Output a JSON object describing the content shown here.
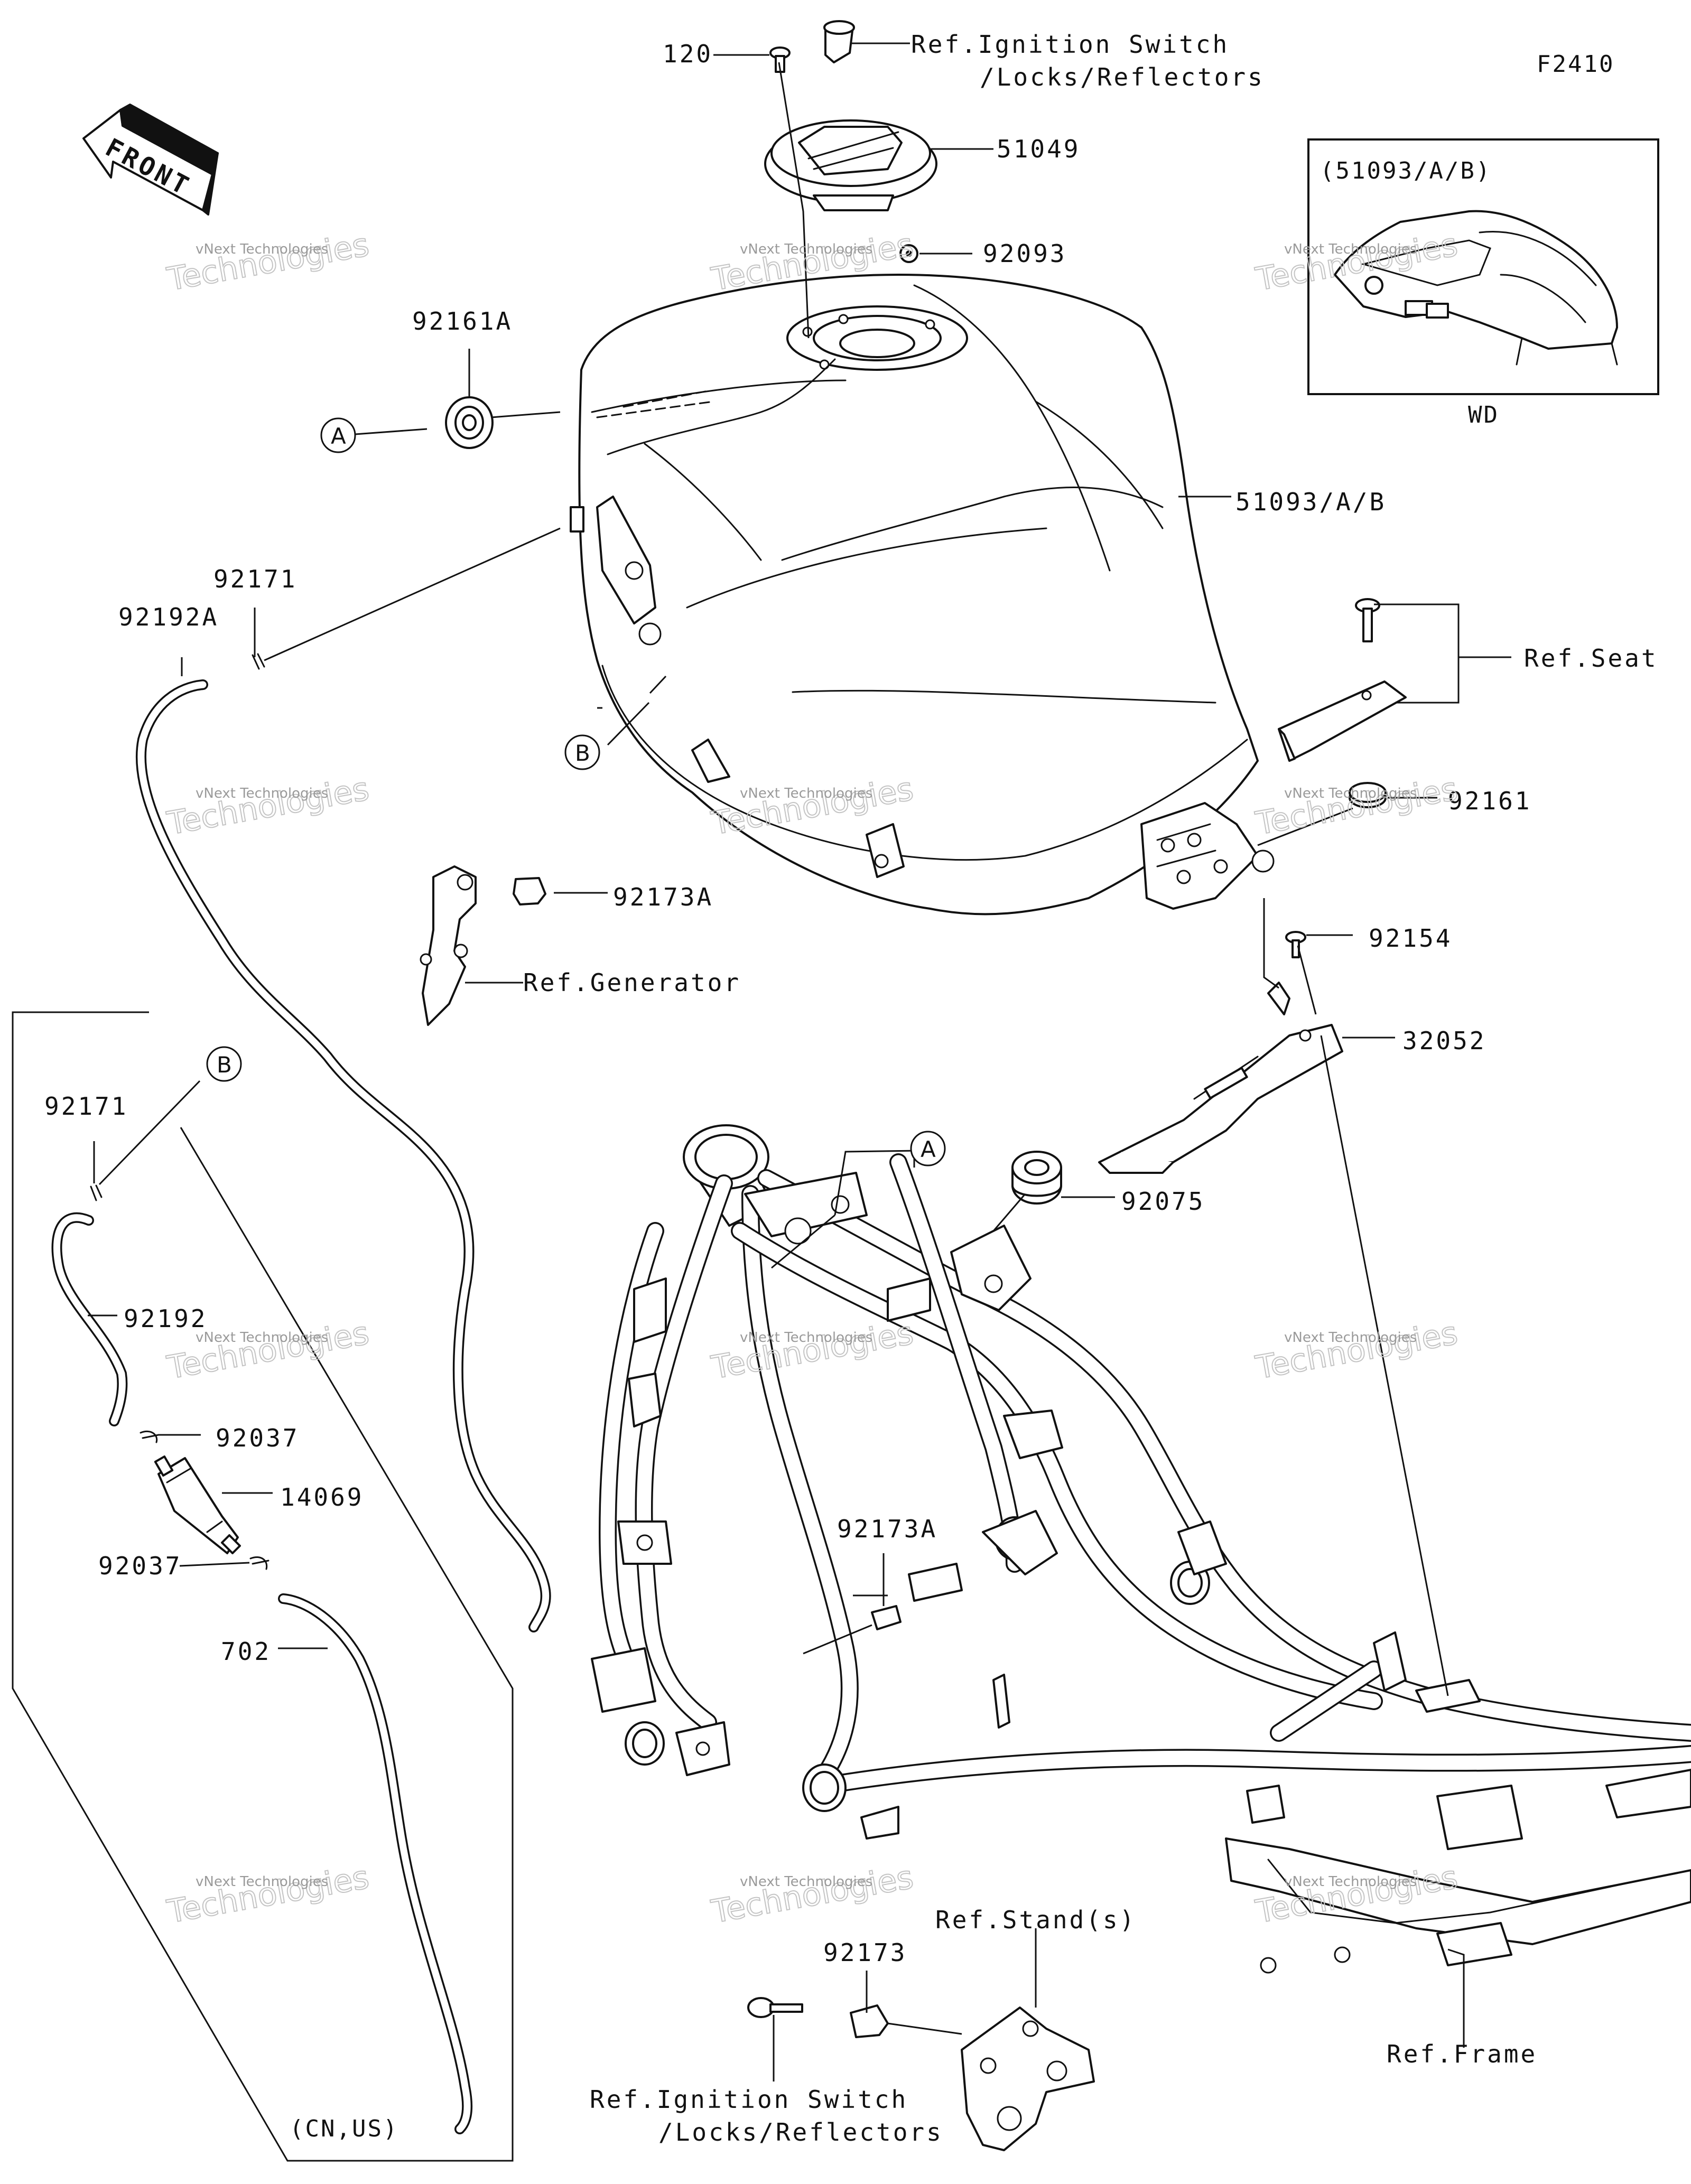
{
  "figure_code": "F2410",
  "front_arrow": "FRONT",
  "inset_title": "(51093/A/B)",
  "inset_caption": "WD",
  "region_caption": "(CN,US)",
  "callouts": [
    "A",
    "B"
  ],
  "watermark": {
    "line1": "vNext Technologies",
    "line2": "Technologies"
  },
  "parts": {
    "p120": "120",
    "p51049": "51049",
    "p92093": "92093",
    "p92161A": "92161A",
    "p51093": "51093/A/B",
    "p92171a": "92171",
    "p92192A": "92192A",
    "p92161": "92161",
    "p92173A_a": "92173A",
    "p92154": "92154",
    "p32052": "32052",
    "p92171b": "92171",
    "p92192": "92192",
    "p92075": "92075",
    "p92037a": "92037",
    "p14069": "14069",
    "p92037b": "92037",
    "p92173A_b": "92173A",
    "p702": "702",
    "p92173": "92173"
  },
  "refs": {
    "ignition_top_1": "Ref.Ignition Switch",
    "ignition_top_2": "/Locks/Reflectors",
    "seat": "Ref.Seat",
    "generator": "Ref.Generator",
    "stands": "Ref.Stand(s)",
    "frame": "Ref.Frame",
    "ignition_bot_1": "Ref.Ignition Switch",
    "ignition_bot_2": "/Locks/Reflectors"
  },
  "colors": {
    "line": "#111111",
    "background": "#ffffff",
    "watermark": "#9a9a9a"
  }
}
